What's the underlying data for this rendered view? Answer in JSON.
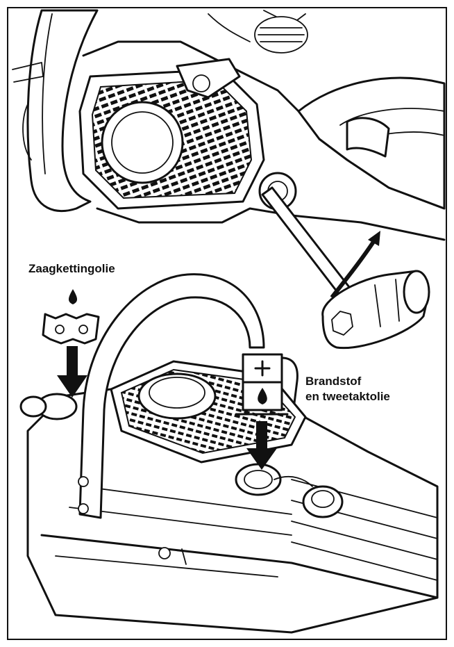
{
  "labels": {
    "chain_oil": "Zaagkettingolie",
    "fuel_line1": "Brandstof",
    "fuel_line2": "en tweetaktolie"
  },
  "icons": {
    "fuel_can": "fuel-can-icon",
    "oil_drop": "oil-drop-icon",
    "chain_link": "chain-link-icon",
    "spark_plug_wrench": "spark-plug-wrench-icon"
  },
  "colors": {
    "ink": "#111111",
    "paper": "#ffffff"
  }
}
